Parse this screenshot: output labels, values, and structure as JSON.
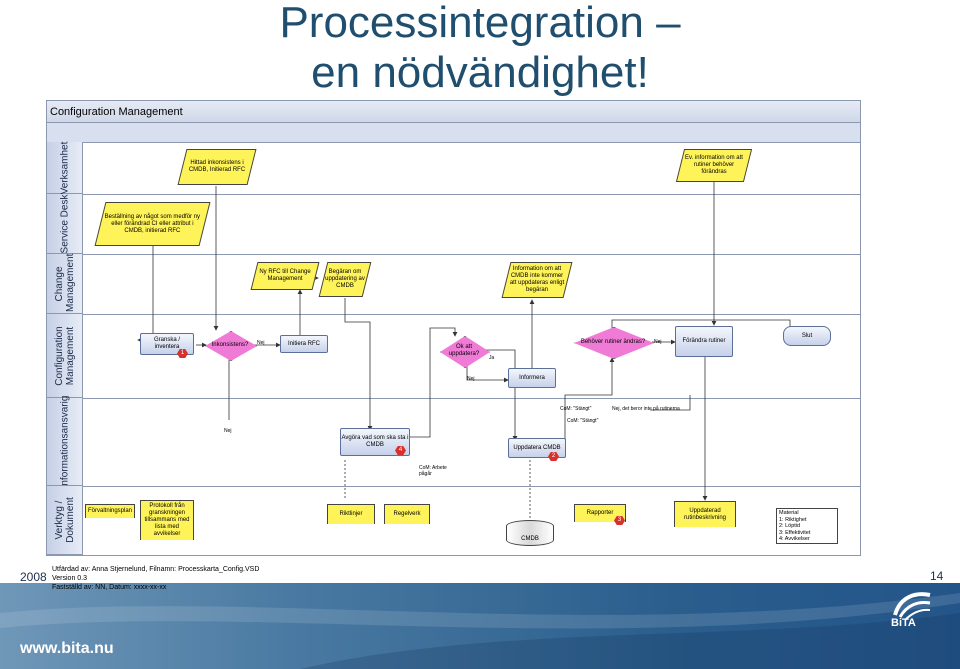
{
  "slide": {
    "title_line1": "Processintegration –",
    "title_line2": "en nödvändighet!",
    "year": "2008",
    "page_number": "14",
    "website": "www.bita.nu",
    "logo_text": "BiTA"
  },
  "diagram": {
    "header": "Configuration Management",
    "lanes": [
      "Verksamhet",
      "Service Desk",
      "Change Management",
      "Configuration Management",
      "Informationsansvarig",
      "Verktyg / Dokument"
    ],
    "nodes": {
      "hittad": "Hittad inkonsistens i CMDB, Initierad RFC",
      "bestallning": "Beställning av något som medför ny eller förändrad CI eller attribut i CMDB, initierad RFC",
      "ev_info": "Ev. information om att rutiner behöver förändras",
      "ny_rfc": "Ny RFC till Change Management",
      "begaran": "Begäran om uppdatering av CMDB",
      "info_cmdb": "Information om att CMDB inte kommer att uppdateras enligt begäran",
      "granska": "Granska / inventera",
      "inkonsistens": "Inkonsistens?",
      "initiera_rfc": "Initiera RFC",
      "ok_att": "Ok att uppdatera?",
      "informera": "Informera",
      "behover": "Behöver rutiner ändras?",
      "forandra": "Förändra rutiner",
      "slut": "Slut",
      "avgora": "Avgöra vad som ska sta i CMDB",
      "uppdatera": "Uppdatera CMDB",
      "forvaltningsplan": "Förvaltningsplan",
      "protokoll": "Protokoll från granskningen tillsammans med lista med avvikelser",
      "riktlinjer": "Riktlinjer",
      "regelverk": "Regelverk",
      "cmdb": "CMDB",
      "rapporter": "Rapporter",
      "uppdaterad": "Uppdaterad rutinbeskrivning"
    },
    "labels": {
      "nej1": "Nej",
      "nej2": "Nej",
      "nej3": "Nej",
      "nej4": "Nej",
      "ja": "Ja",
      "com_stangt1": "CoM: \"Stängt\"",
      "com_stangt2": "CoM: \"Stängt\"",
      "com_arbete": "CoM: Arbete pågår",
      "nej_beror": "Nej, det beror inte på rutinerna"
    },
    "badges": [
      "1",
      "4",
      "2",
      "3"
    ],
    "material": {
      "title": "Material",
      "items": [
        "1: Riktighet",
        "2: Löptid",
        "3: Effektivitet",
        "4: Avvikelser"
      ]
    }
  },
  "footer": {
    "line1": "Utfärdad av: Anna Stjernelund, Filnamn: Processkarta_Config.VSD",
    "line2": "Version 0.3",
    "line3": "Fastställd av: NN, Datum: xxxx-xx-xx"
  }
}
